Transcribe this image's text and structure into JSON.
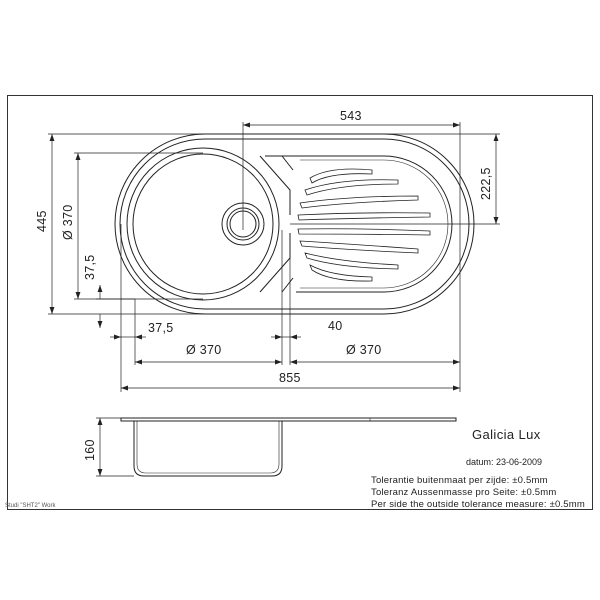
{
  "drawing": {
    "top_view_dimensions": {
      "width_drainer": "543",
      "height_total": "445",
      "bowl_diameter_vertical": "Ø 370",
      "bowl_offset_vertical": "37,5",
      "drainer_half_height": "222,5",
      "bowl_offset_horizontal": "37,5",
      "drainer_offset": "40",
      "bowl_diameter_horizontal": "Ø 370",
      "drainer_diameter_horizontal": "Ø 370",
      "width_total": "855"
    },
    "side_view_dimensions": {
      "depth": "160"
    }
  },
  "info": {
    "product_name": "Galicia Lux",
    "date": "datum: 23-06-2009",
    "tolerance_nl": "Tolerantie buitenmaat per zijde: ±0.5mm",
    "tolerance_de": "Toleranz Aussenmasse pro Seite: ±0.5mm",
    "tolerance_en": "Per side the outside tolerance measure: ±0.5mm",
    "footer_note": "Studi \"SHT2\" Work"
  },
  "colors": {
    "line": "#222222",
    "frame": "#333333",
    "background": "#ffffff"
  }
}
